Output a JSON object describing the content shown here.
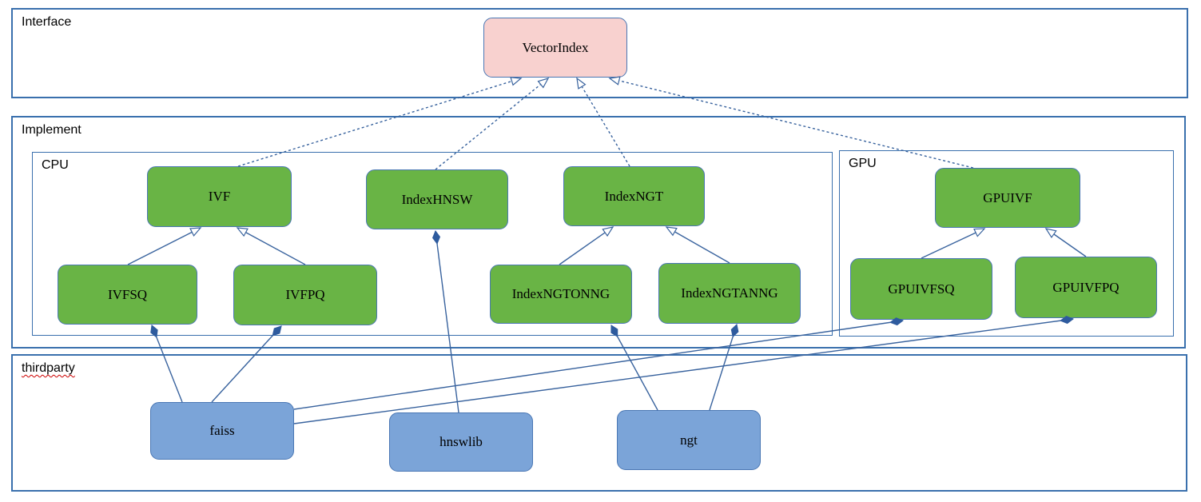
{
  "sections": {
    "interface": {
      "label": "Interface"
    },
    "implement": {
      "label": "Implement"
    },
    "cpu": {
      "label": "CPU"
    },
    "gpu": {
      "label": "GPU"
    },
    "thirdparty": {
      "label": "thirdparty"
    }
  },
  "nodes": {
    "vectorindex": {
      "label": "VectorIndex"
    },
    "ivf": {
      "label": "IVF"
    },
    "indexhnsw": {
      "label": "IndexHNSW"
    },
    "indexngt": {
      "label": "IndexNGT"
    },
    "gpuivf": {
      "label": "GPUIVF"
    },
    "ivfsq": {
      "label": "IVFSQ"
    },
    "ivfpq": {
      "label": "IVFPQ"
    },
    "indexngtonng": {
      "label": "IndexNGTONNG"
    },
    "indexngtanng": {
      "label": "IndexNGTANNG"
    },
    "gpuivfsq": {
      "label": "GPUIVFSQ"
    },
    "gpuivfpq": {
      "label": "GPUIVFPQ"
    },
    "faiss": {
      "label": "faiss"
    },
    "hnswlib": {
      "label": "hnswlib"
    },
    "ngt": {
      "label": "ngt"
    }
  },
  "relationships": [
    {
      "from": "IVF",
      "to": "VectorIndex",
      "type": "implements",
      "style": "dashed-hollow-arrow"
    },
    {
      "from": "IndexHNSW",
      "to": "VectorIndex",
      "type": "implements",
      "style": "dashed-hollow-arrow"
    },
    {
      "from": "IndexNGT",
      "to": "VectorIndex",
      "type": "implements",
      "style": "dashed-hollow-arrow"
    },
    {
      "from": "GPUIVF",
      "to": "VectorIndex",
      "type": "implements",
      "style": "dashed-hollow-arrow"
    },
    {
      "from": "IVFSQ",
      "to": "IVF",
      "type": "extends",
      "style": "solid-hollow-arrow"
    },
    {
      "from": "IVFPQ",
      "to": "IVF",
      "type": "extends",
      "style": "solid-hollow-arrow"
    },
    {
      "from": "IndexNGTONNG",
      "to": "IndexNGT",
      "type": "extends",
      "style": "solid-hollow-arrow"
    },
    {
      "from": "IndexNGTANNG",
      "to": "IndexNGT",
      "type": "extends",
      "style": "solid-hollow-arrow"
    },
    {
      "from": "GPUIVFSQ",
      "to": "GPUIVF",
      "type": "extends",
      "style": "solid-hollow-arrow"
    },
    {
      "from": "GPUIVFPQ",
      "to": "GPUIVF",
      "type": "extends",
      "style": "solid-hollow-arrow"
    },
    {
      "from": "faiss",
      "to": "IVFSQ",
      "type": "composition",
      "style": "solid-filled-diamond"
    },
    {
      "from": "faiss",
      "to": "IVFPQ",
      "type": "composition",
      "style": "solid-filled-diamond"
    },
    {
      "from": "faiss",
      "to": "GPUIVFSQ",
      "type": "composition",
      "style": "solid-filled-diamond"
    },
    {
      "from": "faiss",
      "to": "GPUIVFPQ",
      "type": "composition",
      "style": "solid-filled-diamond"
    },
    {
      "from": "hnswlib",
      "to": "IndexHNSW",
      "type": "composition",
      "style": "solid-filled-diamond"
    },
    {
      "from": "ngt",
      "to": "IndexNGTONNG",
      "type": "composition",
      "style": "solid-filled-diamond"
    },
    {
      "from": "ngt",
      "to": "IndexNGTANNG",
      "type": "composition",
      "style": "solid-filled-diamond"
    }
  ],
  "colors": {
    "page_bg": "#ffffff",
    "section_border": "#3a70ad",
    "node_green": "#69b445",
    "node_pink": "#f8d1cf",
    "node_blue": "#7ba4d8",
    "node_border": "#4a77b4",
    "line": "#39639e",
    "diamond": "#2e5b9e",
    "text": "#000000",
    "squiggle": "#cc0000"
  }
}
